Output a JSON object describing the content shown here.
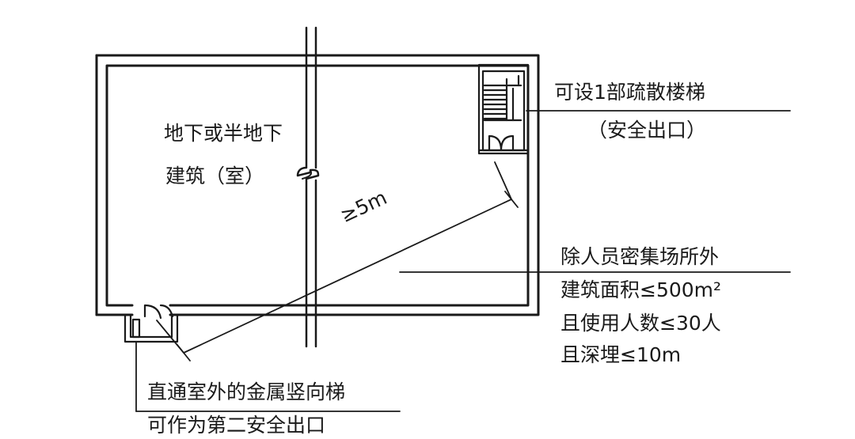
{
  "room_label": {
    "line1": "地下或半地下",
    "line2": "建筑（室）"
  },
  "stair_label": {
    "line1": "可设1部疏散楼梯",
    "line2": "（安全出口）"
  },
  "distance_label": "≥5m",
  "condition_label": {
    "line1": "除人员密集场所外",
    "line2": "建筑面积≤500m²",
    "line3": "且使用人数≤30人",
    "line4": "且深埋≤10m"
  },
  "ladder_label": {
    "line1": "直通室外的金属竖向梯",
    "line2": "可作为第二安全出口"
  },
  "colors": {
    "line": "#1a1a1a",
    "background": "#ffffff"
  }
}
